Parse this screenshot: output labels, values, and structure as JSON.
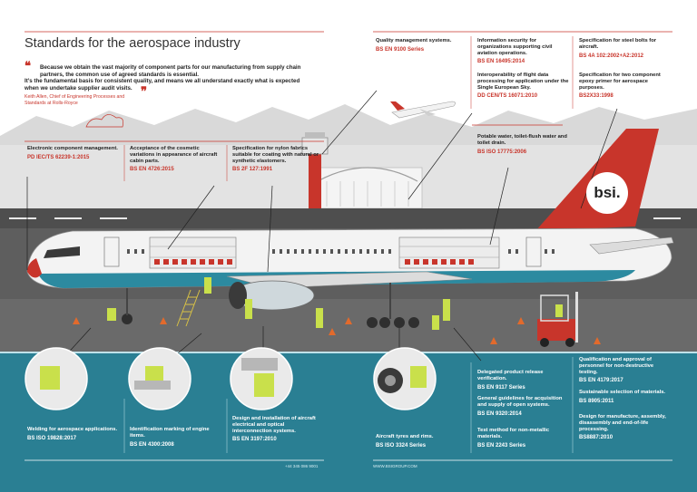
{
  "title": "Standards for the aerospace industry",
  "quote": {
    "line1": "Because we obtain the vast majority of component parts for our manufacturing from supply chain partners, the common use of agreed standards is essential.",
    "line2": "It’s the fundamental basis for consistent quality, and means we all understand exactly what is expected when we undertake supplier audit visits.",
    "attribution1": "Keith Allen, Chief of Engineering Processes and",
    "attribution2": "Standards at Rolls-Royce"
  },
  "callouts_top": [
    {
      "desc": "Electronic component management.",
      "std": "PD IEC/TS 62239-1:2015"
    },
    {
      "desc": "Acceptance of the cosmetic variations in appearance of aircraft cabin parts.",
      "std": "BS EN 4726:2015"
    },
    {
      "desc": "Specification for nylon fabrics suitable for coating with natural or synthetic elastomers.",
      "std": "BS 2F 127:1991"
    },
    {
      "desc": "Quality management systems.",
      "std": "BS EN 9100 Series"
    },
    {
      "desc": "Information security for organizations supporting civil aviation operations.",
      "std": "BS EN 16495:2014"
    },
    {
      "desc": "Interoperability of flight data processing for application under the Single European Sky.",
      "std": "DD CEN/TS 16071:2010"
    },
    {
      "desc": "Potable water, toilet-flush water and toilet drain.",
      "std": "BS ISO 17775:2006"
    },
    {
      "desc": "Specification for steel bolts for aircraft.",
      "std": "BS 4A 102:2002+A2:2012"
    },
    {
      "desc": "Specification for two component epoxy primer for aerospace purposes.",
      "std": "BS2X33:1998"
    }
  ],
  "callouts_bottom": [
    {
      "desc": "Welding for aerospace applications.",
      "std": "BS ISO 19828:2017"
    },
    {
      "desc": "Identification marking of engine items.",
      "std": "BS EN 4300:2008"
    },
    {
      "desc": "Design and installation of aircraft electrical and optical interconnection systems.",
      "std": "BS EN 3197:2010"
    },
    {
      "desc": "Aircraft tyres and rims.",
      "std": "BS ISO 3324 Series"
    },
    {
      "desc": "Delegated product release verification.",
      "std": "BS EN 9117 Series"
    },
    {
      "desc": "General guidelines for acquisition and supply of open systems.",
      "std": "BS EN 9320:2014"
    },
    {
      "desc": "Test method for non-metallic materials.",
      "std": "BS EN 2243 Series"
    },
    {
      "desc": "Qualification and approval of personnel for non-destructive testing.",
      "std": "BS EN 4179:2017"
    },
    {
      "desc": "Sustainable selection of materials.",
      "std": "BS 8905:2011"
    },
    {
      "desc": "Design for manufacture, assembly, disassembly and end-of-life processing.",
      "std": "BS8887:2010"
    }
  ],
  "tail_logo": "bsi.",
  "footer": {
    "phone": "+44 345 086 9001",
    "web": "WWW.BSIGROUP.COM"
  },
  "colors": {
    "accent_red": "#c8352b",
    "teal_band": "#2a7f93",
    "tarmac": "#5b5b5b",
    "sky_gray": "#dcdcdc"
  }
}
